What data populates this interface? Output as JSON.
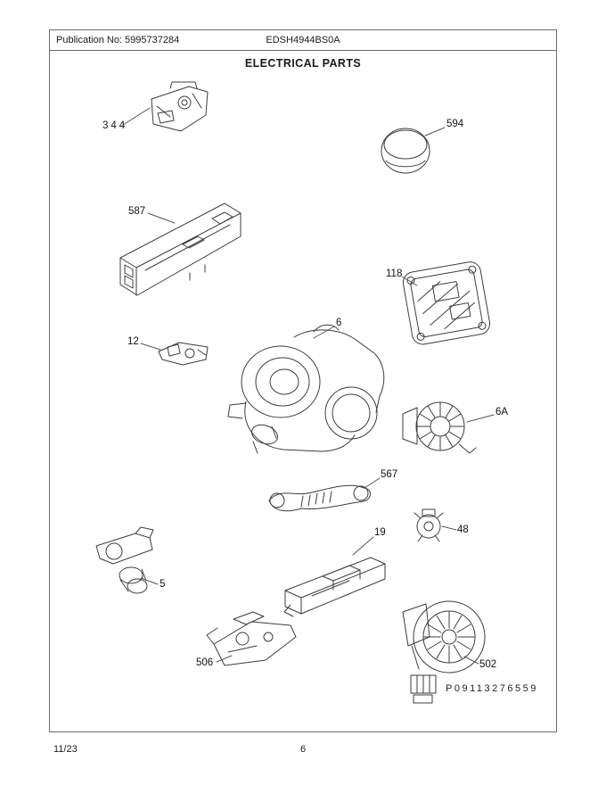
{
  "header": {
    "publication": "Publication No: 5995737284",
    "model": "EDSH4944BS0A",
    "title": "ELECTRICAL PARTS"
  },
  "footer": {
    "date": "11/23",
    "page": "6"
  },
  "diagram": {
    "part_code": "P09113276559",
    "callouts": [
      {
        "label": "344"
      },
      {
        "label": "594"
      },
      {
        "label": "587"
      },
      {
        "label": "118"
      },
      {
        "label": "12"
      },
      {
        "label": "6"
      },
      {
        "label": "6A"
      },
      {
        "label": "567"
      },
      {
        "label": "48"
      },
      {
        "label": "19"
      },
      {
        "label": "5"
      },
      {
        "label": "506"
      },
      {
        "label": "502"
      }
    ]
  }
}
